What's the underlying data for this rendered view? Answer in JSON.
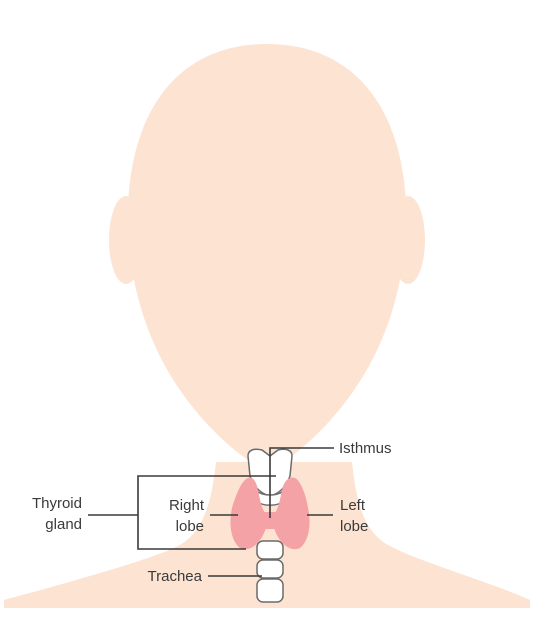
{
  "diagram": {
    "colors": {
      "skin": "#fde4d2",
      "thyroid": "#f4a2a6",
      "outline": "#6b6b6b",
      "label_text": "#3a3a3a",
      "background": "#ffffff"
    },
    "labels": {
      "isthmus": "Isthmus",
      "thyroid_gland_line1": "Thyroid",
      "thyroid_gland_line2": "gland",
      "right_lobe_line1": "Right",
      "right_lobe_line2": "lobe",
      "left_lobe_line1": "Left",
      "left_lobe_line2": "lobe",
      "trachea": "Trachea"
    }
  }
}
